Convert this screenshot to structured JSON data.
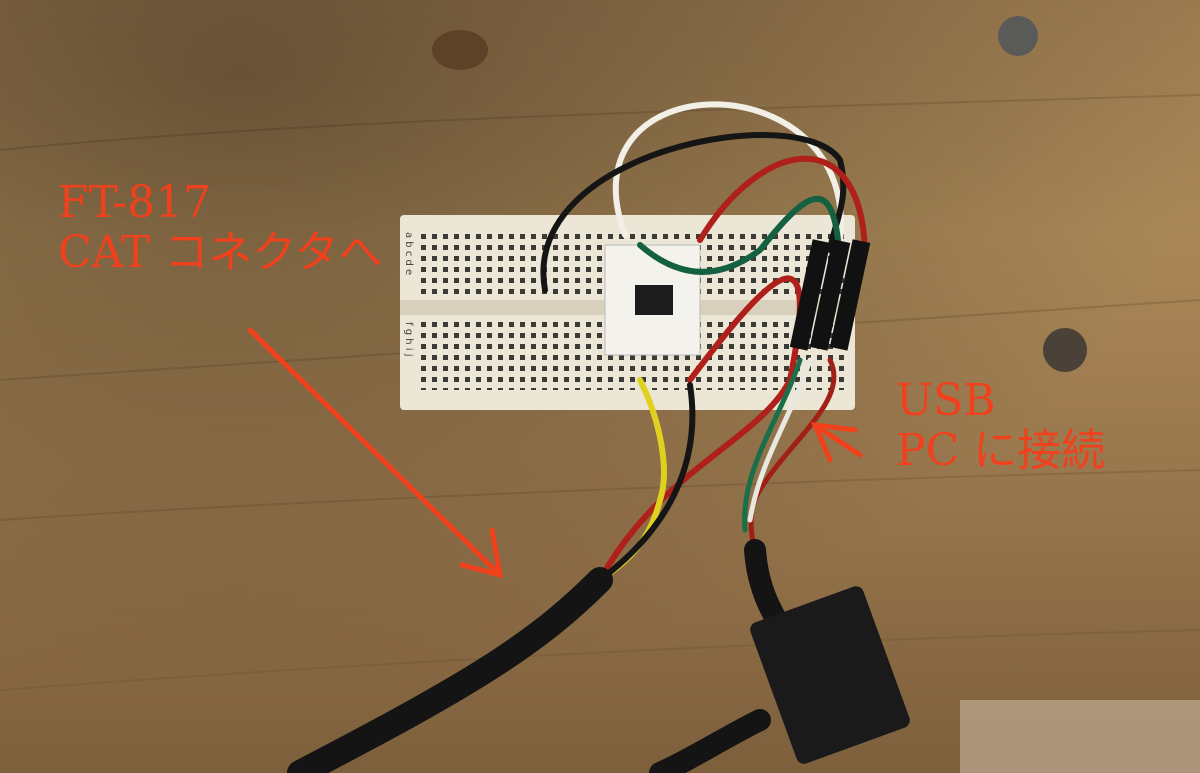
{
  "annotations": {
    "cat": {
      "line1": "FT-817",
      "line2": "CAT コネクタへ"
    },
    "usb": {
      "line1": "USB",
      "line2": "PC に接続"
    }
  },
  "colors": {
    "annotation": "#f0401c",
    "wood": "#8a6a44",
    "breadboard": "#ece6d6"
  },
  "breadboard": {
    "row_letters_top": "a b c d e",
    "row_letters_bottom": "f g h i j"
  }
}
